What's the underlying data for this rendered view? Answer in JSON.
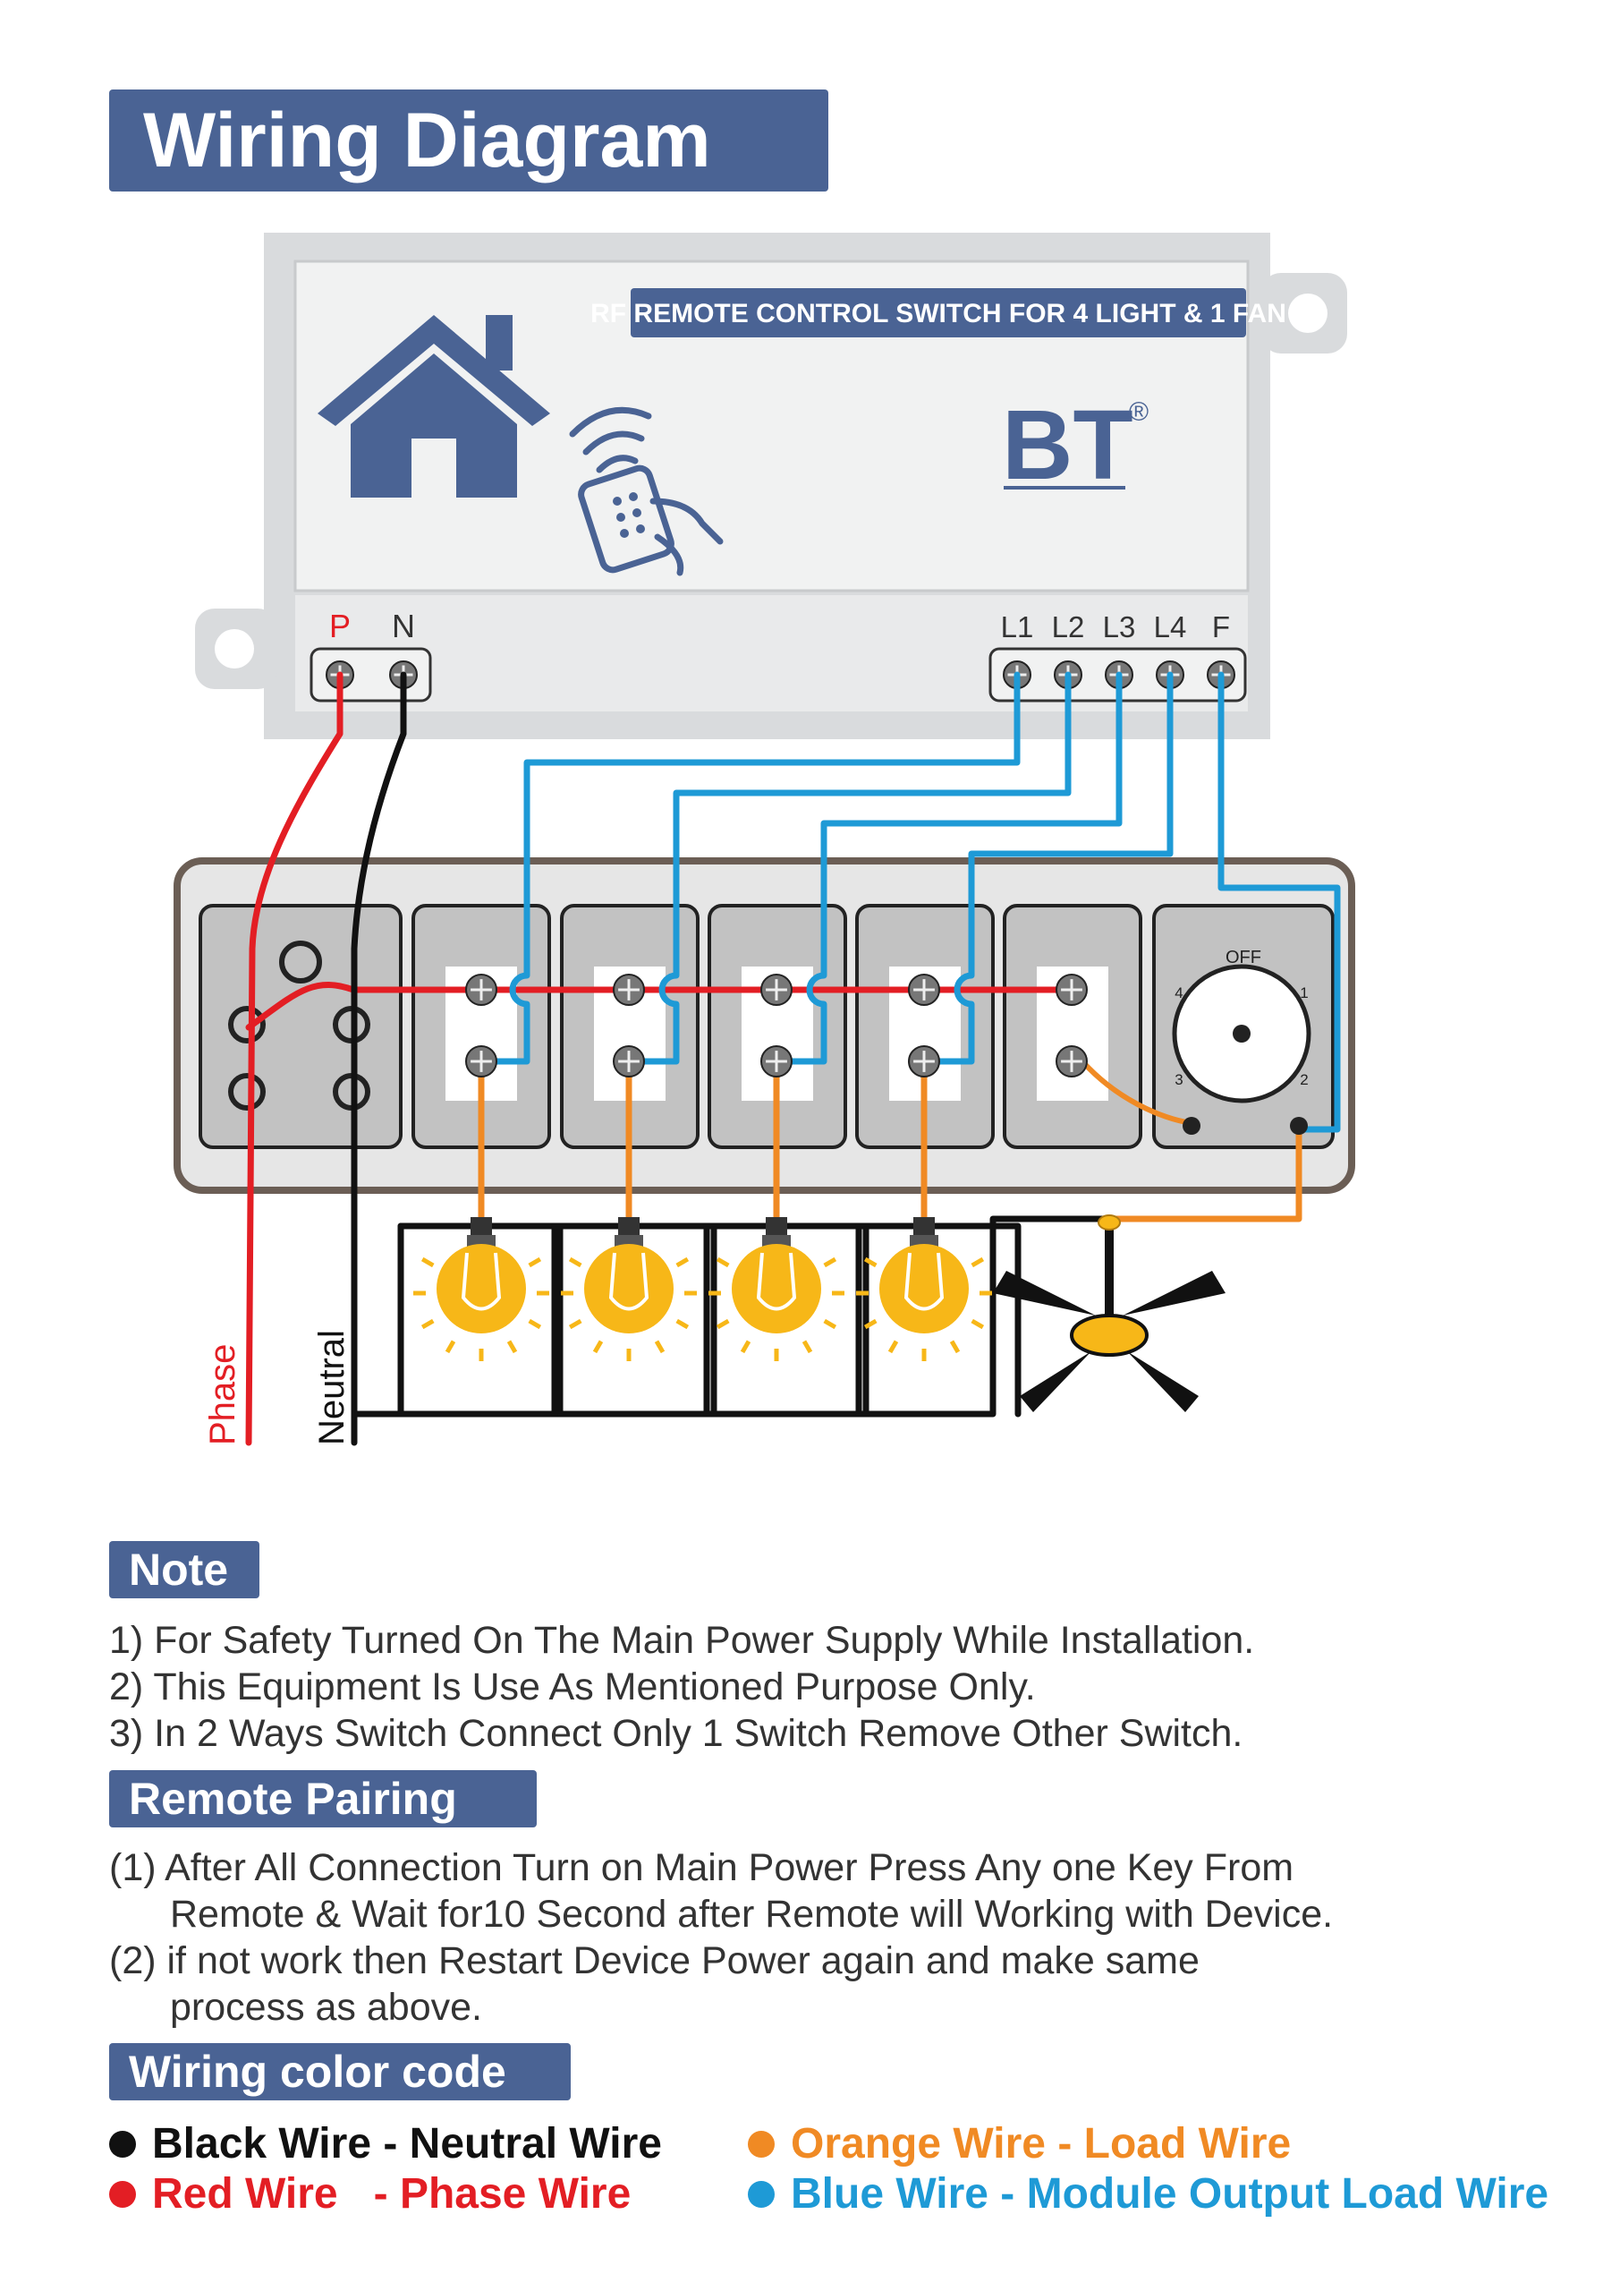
{
  "title": "Wiring Diagram",
  "device": {
    "label": "RF REMOTE CONTROL SWITCH FOR 4 LIGHT & 1 FAN",
    "brand": "BT",
    "trademark": "®",
    "terminals_left": [
      "P",
      "N"
    ],
    "terminals_right": [
      "L1",
      "L2",
      "L3",
      "L4",
      "F"
    ]
  },
  "regulator": {
    "off": "OFF",
    "positions": [
      "1",
      "2",
      "3",
      "4"
    ]
  },
  "wire_labels": {
    "phase": "Phase",
    "neutral": "Neutral"
  },
  "note": {
    "heading": "Note",
    "items": [
      "1) For Safety Turned On The Main Power Supply While Installation.",
      "2) This Equipment Is Use As Mentioned Purpose Only.",
      "3) In 2 Ways Switch Connect Only 1 Switch Remove Other Switch."
    ]
  },
  "pairing": {
    "heading": "Remote Pairing",
    "lines": [
      "(1) After All Connection Turn on Main Power Press Any one Key From",
      "Remote & Wait for10 Second after Remote will Working with Device.",
      "(2) if not work then Restart Device Power again and make same",
      "process as above."
    ]
  },
  "color_code": {
    "heading": "Wiring color code",
    "items": [
      {
        "text": "Black Wire - Neutral Wire",
        "color": "#111111"
      },
      {
        "text": "Orange Wire - Load Wire",
        "color": "#f08a24"
      },
      {
        "text": "Red Wire   - Phase Wire",
        "color": "#e31e24"
      },
      {
        "text": "Blue Wire - Module Output Load Wire",
        "color": "#1e9ad6"
      }
    ]
  },
  "colors": {
    "header_bg": "#4a6394",
    "neutral": "#111111",
    "phase": "#e31e24",
    "load": "#f08a24",
    "module_output": "#1e9ad6",
    "bulb": "#f7b718"
  }
}
